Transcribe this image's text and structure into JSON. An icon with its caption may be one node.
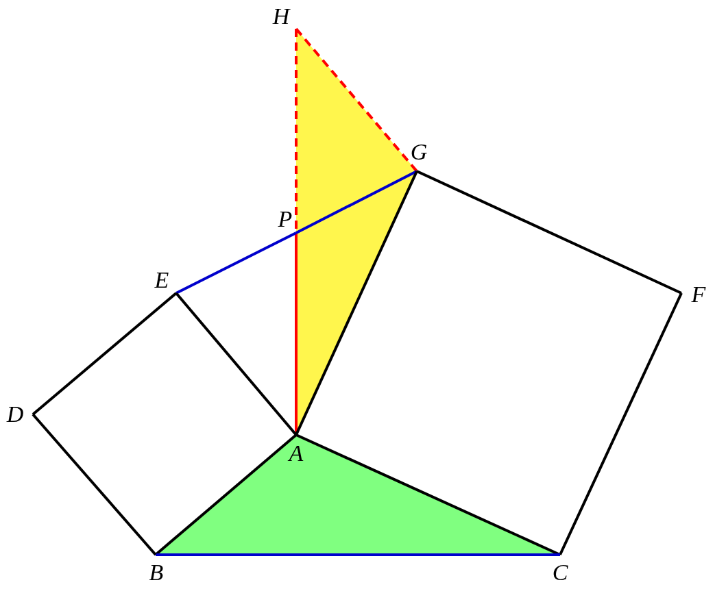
{
  "diagram": {
    "nodes": [
      {
        "text": [
          "H"
        ]
      },
      {
        "text": [
          "G"
        ]
      },
      {
        "text": [
          "P"
        ]
      },
      {
        "text": [
          "E"
        ]
      },
      {
        "text": [
          "F"
        ]
      },
      {
        "text": [
          "D"
        ]
      },
      {
        "text": [
          "A"
        ]
      },
      {
        "text": [
          "B"
        ]
      },
      {
        "text": [
          "C"
        ]
      }
    ],
    "edges": [
      {
        "from": 0,
        "to": 1,
        "arrow": "none",
        "style": "dashed",
        "color": "#ff0000"
      },
      {
        "from": 0,
        "to": 2,
        "arrow": "none",
        "style": "dashed",
        "color": "#ff0000"
      },
      {
        "from": 2,
        "to": 6,
        "arrow": "none",
        "color": "#ff0000"
      },
      {
        "from": 3,
        "to": 2,
        "arrow": "none",
        "color": "#0000cc"
      },
      {
        "from": 2,
        "to": 1,
        "arrow": "none",
        "color": "#0000cc"
      },
      {
        "from": 1,
        "to": 6,
        "arrow": "none"
      },
      {
        "from": 1,
        "to": 4,
        "arrow": "none"
      },
      {
        "from": 4,
        "to": 8,
        "arrow": "none"
      },
      {
        "from": 6,
        "to": 8,
        "arrow": "none"
      },
      {
        "from": 6,
        "to": 7,
        "arrow": "none"
      },
      {
        "from": 7,
        "to": 8,
        "arrow": "none",
        "color": "#0000cc"
      },
      {
        "from": 7,
        "to": 5,
        "arrow": "none"
      },
      {
        "from": 5,
        "to": 3,
        "arrow": "none"
      },
      {
        "from": 3,
        "to": 6,
        "arrow": "none"
      }
    ]
  }
}
